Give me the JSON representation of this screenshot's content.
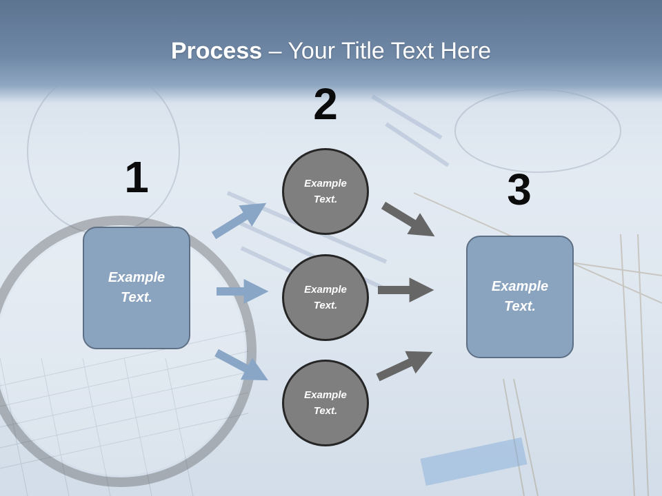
{
  "title": {
    "bold": "Process",
    "dash": " – ",
    "rest": "Your Title Text Here"
  },
  "steps": [
    {
      "number": "1",
      "label": "Example\nText."
    },
    {
      "number": "2"
    },
    {
      "number": "3",
      "label": "Example\nText."
    }
  ],
  "center_items": [
    {
      "label": "Example\nText."
    },
    {
      "label": "Example\nText."
    },
    {
      "label": "Example\nText."
    }
  ],
  "colors": {
    "header": "#6f88a6",
    "box_fill": "#8aa3bf",
    "circle_fill": "#7f7f7f",
    "arrow_blue": "#8aa6c6",
    "arrow_gray": "#666666"
  }
}
